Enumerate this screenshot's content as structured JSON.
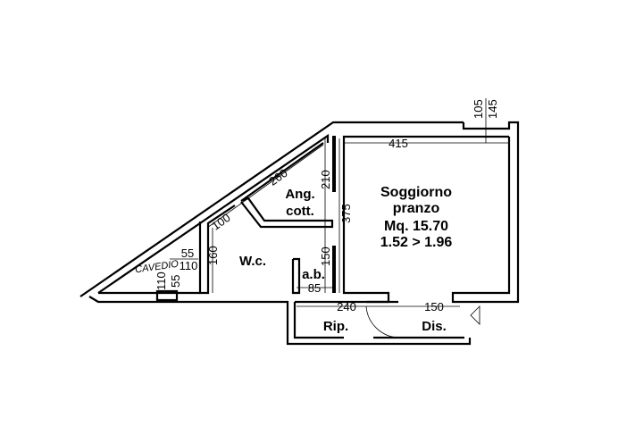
{
  "rooms": {
    "living": {
      "name_line1": "Soggiorno",
      "name_line2": "pranzo",
      "area": "Mq. 15.70",
      "ratio": "1.52 > 1.96"
    },
    "kitchenette": {
      "line1": "Ang.",
      "line2": "cott."
    },
    "wc": "W.c.",
    "ab": "a.b.",
    "storage": "Rip.",
    "corridor": "Dis.",
    "shaft": "CAVEDIO"
  },
  "dimensions": {
    "living_width": "415",
    "window_a": "105",
    "window_b": "145",
    "living_depth": "375",
    "kitchen_wall": "210",
    "diagonal": "260",
    "wc_diag": "100",
    "wc_height": "160",
    "ab_height": "150",
    "ab_width": "85",
    "storage_width": "240",
    "corridor_width": "150",
    "shaft_a": "55",
    "shaft_b": "110",
    "shaft_c": "55",
    "shaft_d": "110"
  }
}
